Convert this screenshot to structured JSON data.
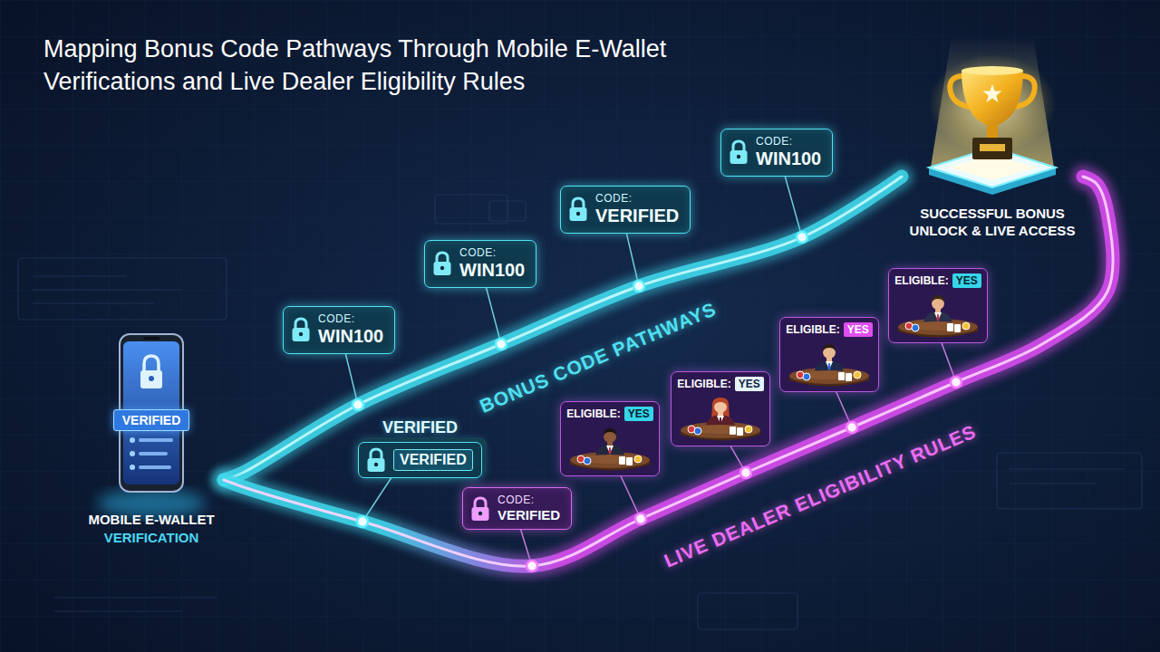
{
  "diagram": {
    "title": "Mapping Bonus Code Pathways Through Mobile E-Wallet Verifications and Live Dealer Eligibility Rules",
    "nodes": [
      {
        "text": [
          "VERIFIED",
          "MOBILE E-WALLET",
          "VERIFICATION"
        ]
      },
      {
        "text": [
          "CODE:",
          "WIN100"
        ]
      },
      {
        "text": [
          "CODE:",
          "WIN100"
        ]
      },
      {
        "text": [
          "CODE:",
          "VERIFIED"
        ]
      },
      {
        "text": [
          "CODE:",
          "WIN100"
        ]
      },
      {
        "text": [
          "VERIFIED",
          "VERIFIED"
        ]
      },
      {
        "text": [
          "CODE:",
          "VERIFIED"
        ]
      },
      {
        "text": [
          "ELIGIBLE:",
          "YES"
        ]
      },
      {
        "text": [
          "ELIGIBLE:",
          "YES"
        ]
      },
      {
        "text": [
          "ELIGIBLE:",
          "YES"
        ]
      },
      {
        "text": [
          "ELIGIBLE:",
          "YES"
        ]
      },
      {
        "text": [
          "SUCCESSFUL BONUS UNLOCK & LIVE ACCESS"
        ]
      }
    ],
    "edges": [
      {
        "from": 0,
        "to": 11,
        "arrow": "none"
      },
      {
        "from": 0,
        "to": 11,
        "arrow": "none"
      }
    ],
    "labels": [
      "BONUS CODE PATHWAYS",
      "LIVE DEALER ELIGIBILITY RULES"
    ]
  }
}
